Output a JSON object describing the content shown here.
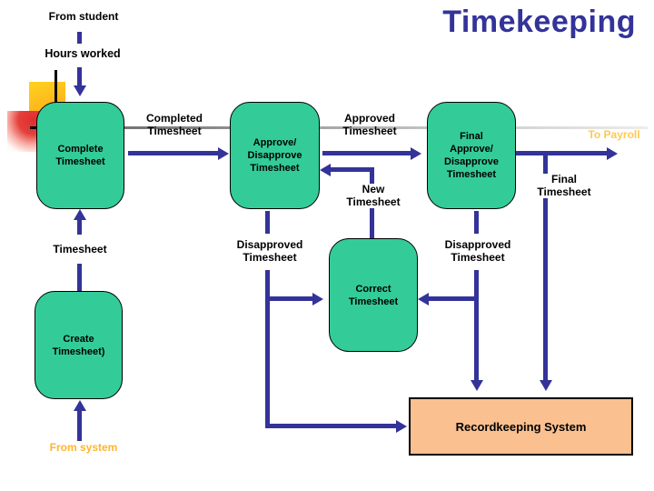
{
  "title": "Timekeeping",
  "colors": {
    "title_and_arrows": "#333399",
    "process_fill": "#33cc99",
    "store_fill": "#fac090",
    "gold_text": "#ffb52e",
    "payroll_text": "#ffc94f"
  },
  "annotations": {
    "from_student": "From student",
    "hours_worked": "Hours worked",
    "from_system": "From system",
    "to_payroll": "To Payroll"
  },
  "processes": {
    "complete": "Complete\nTimesheet",
    "approve": "Approve/\nDisapprove\nTimesheet",
    "final_approve": "Final\nApprove/\nDisapprove\nTimesheet",
    "correct": "Correct\nTimesheet",
    "create": "Create\nTimesheet)"
  },
  "flow_labels": {
    "completed": "Completed\nTimesheet",
    "approved": "Approved\nTimesheet",
    "new": "New\nTimesheet",
    "final": "Final\nTimesheet",
    "timesheet": "Timesheet",
    "disapproved_left": "Disapproved\nTimesheet",
    "disapproved_right": "Disapproved\nTimesheet"
  },
  "store": {
    "recordkeeping": "Recordkeeping System"
  }
}
